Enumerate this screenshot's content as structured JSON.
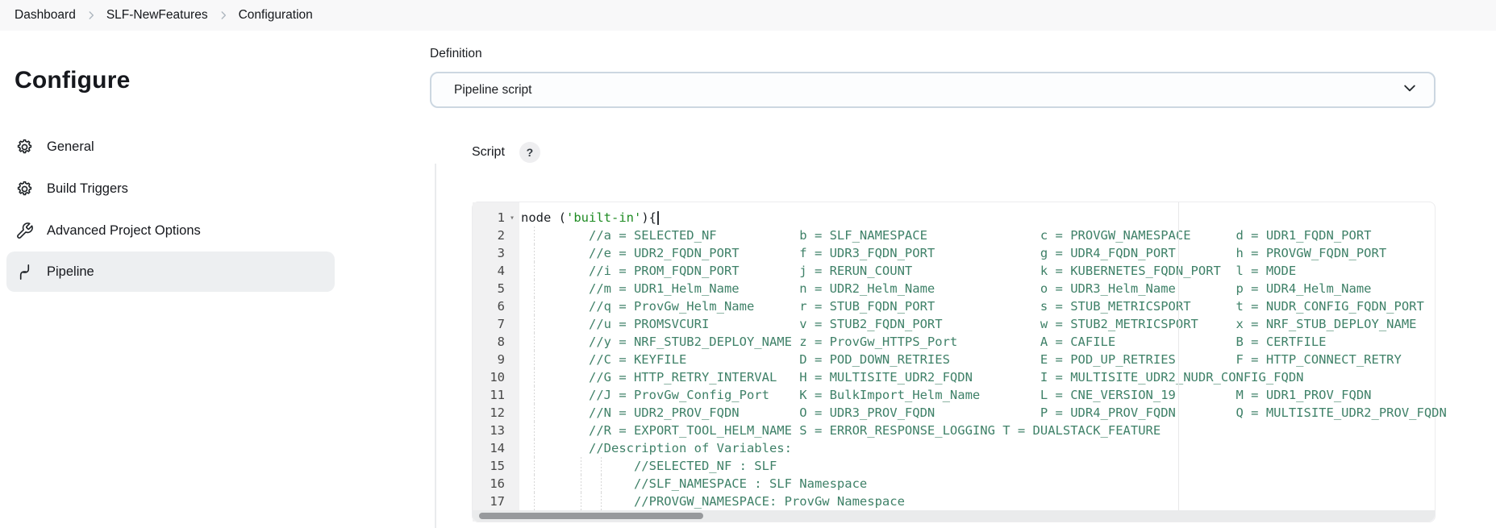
{
  "breadcrumb": {
    "items": [
      "Dashboard",
      "SLF-NewFeatures",
      "Configuration"
    ]
  },
  "sidebar": {
    "title": "Configure",
    "items": [
      {
        "label": "General",
        "icon": "gear-icon",
        "active": false
      },
      {
        "label": "Build Triggers",
        "icon": "gear-icon",
        "active": false
      },
      {
        "label": "Advanced Project Options",
        "icon": "wrench-icon",
        "active": false
      },
      {
        "label": "Pipeline",
        "icon": "pipeline-icon",
        "active": true
      }
    ]
  },
  "form": {
    "definition_label": "Definition",
    "definition_value": "Pipeline script",
    "script_label": "Script",
    "script_help": "?"
  },
  "editor": {
    "colors": {
      "comment": "#3f8168",
      "string": "#1e8b22",
      "plain": "#1b1f23"
    },
    "lines": [
      {
        "num": "1",
        "fold_icon": "triangle-down",
        "cursor": true,
        "guides": [],
        "segments": [
          {
            "text": "node (",
            "type": "plain"
          },
          {
            "text": "'built-in'",
            "type": "string"
          },
          {
            "text": "){",
            "type": "plain"
          }
        ]
      },
      {
        "num": "2",
        "guides": [
          16
        ],
        "segments": [
          {
            "text": "         //a = SELECTED_NF           b = SLF_NAMESPACE               c = PROVGW_NAMESPACE      d = UDR1_FQDN_PORT",
            "type": "comment"
          }
        ]
      },
      {
        "num": "3",
        "guides": [
          16
        ],
        "segments": [
          {
            "text": "         //e = UDR2_FQDN_PORT        f = UDR3_FQDN_PORT              g = UDR4_FQDN_PORT        h = PROVGW_FQDN_PORT",
            "type": "comment"
          }
        ]
      },
      {
        "num": "4",
        "guides": [
          16
        ],
        "segments": [
          {
            "text": "         //i = PROM_FQDN_PORT        j = RERUN_COUNT                 k = KUBERNETES_FQDN_PORT  l = MODE",
            "type": "comment"
          }
        ]
      },
      {
        "num": "5",
        "guides": [
          16
        ],
        "segments": [
          {
            "text": "         //m = UDR1_Helm_Name        n = UDR2_Helm_Name              o = UDR3_Helm_Name        p = UDR4_Helm_Name",
            "type": "comment"
          }
        ]
      },
      {
        "num": "6",
        "guides": [
          16
        ],
        "segments": [
          {
            "text": "         //q = ProvGw_Helm_Name      r = STUB_FQDN_PORT              s = STUB_METRICSPORT      t = NUDR_CONFIG_FQDN_PORT",
            "type": "comment"
          }
        ]
      },
      {
        "num": "7",
        "guides": [
          16
        ],
        "segments": [
          {
            "text": "         //u = PROMSVCURI            v = STUB2_FQDN_PORT             w = STUB2_METRICSPORT     x = NRF_STUB_DEPLOY_NAME",
            "type": "comment"
          }
        ]
      },
      {
        "num": "8",
        "guides": [
          16
        ],
        "segments": [
          {
            "text": "         //y = NRF_STUB2_DEPLOY_NAME z = ProvGw_HTTPS_Port           A = CAFILE                B = CERTFILE",
            "type": "comment"
          }
        ]
      },
      {
        "num": "9",
        "guides": [
          16
        ],
        "segments": [
          {
            "text": "         //C = KEYFILE               D = POD_DOWN_RETRIES            E = POD_UP_RETRIES        F = HTTP_CONNECT_RETRY",
            "type": "comment"
          }
        ]
      },
      {
        "num": "10",
        "guides": [
          16
        ],
        "segments": [
          {
            "text": "         //G = HTTP_RETRY_INTERVAL   H = MULTISITE_UDR2_FQDN         I = MULTISITE_UDR2_NUDR_CONFIG_FQDN",
            "type": "comment"
          }
        ]
      },
      {
        "num": "11",
        "guides": [
          16
        ],
        "segments": [
          {
            "text": "         //J = ProvGw_Config_Port    K = BulkImport_Helm_Name        L = CNE_VERSION_19        M = UDR1_PROV_FQDN",
            "type": "comment"
          }
        ]
      },
      {
        "num": "12",
        "guides": [
          16
        ],
        "segments": [
          {
            "text": "         //N = UDR2_PROV_FQDN        O = UDR3_PROV_FQDN              P = UDR4_PROV_FQDN        Q = MULTISITE_UDR2_PROV_FQDN",
            "type": "comment"
          }
        ]
      },
      {
        "num": "13",
        "guides": [
          16
        ],
        "segments": [
          {
            "text": "         //R = EXPORT_TOOL_HELM_NAME S = ERROR_RESPONSE_LOGGING T = DUALSTACK_FEATURE",
            "type": "comment"
          }
        ]
      },
      {
        "num": "14",
        "guides": [
          16
        ],
        "segments": [
          {
            "text": "         //Description of Variables:",
            "type": "comment"
          }
        ]
      },
      {
        "num": "15",
        "guides": [
          16,
          74,
          99
        ],
        "segments": [
          {
            "text": "               //SELECTED_NF : SLF",
            "type": "comment"
          }
        ]
      },
      {
        "num": "16",
        "guides": [
          16,
          74,
          99
        ],
        "segments": [
          {
            "text": "               //SLF_NAMESPACE : SLF Namespace",
            "type": "comment"
          }
        ]
      },
      {
        "num": "17",
        "guides": [
          16,
          74,
          99
        ],
        "segments": [
          {
            "text": "               //PROVGW_NAMESPACE: ProvGw Namespace",
            "type": "comment"
          }
        ]
      }
    ]
  }
}
